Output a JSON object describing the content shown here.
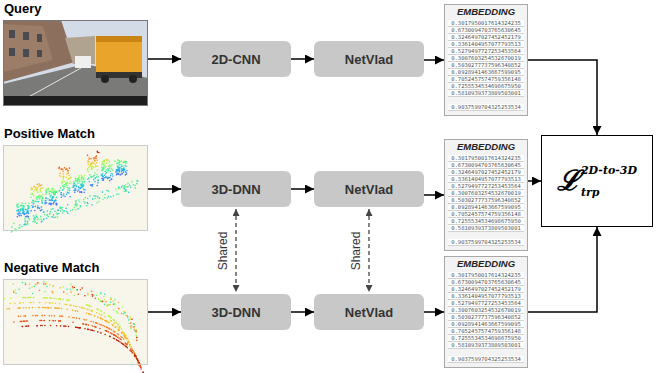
{
  "diagram": {
    "nodes": [
      {
        "text": [
          "Query"
        ]
      },
      {
        "text": [
          "2D-CNN"
        ]
      },
      {
        "text": [
          "NetVlad"
        ]
      },
      {
        "text": [
          "EMBEDDING"
        ]
      },
      {
        "text": [
          "Positive Match"
        ]
      },
      {
        "text": [
          "3D-DNN"
        ]
      },
      {
        "text": [
          "NetVlad"
        ]
      },
      {
        "text": [
          "EMBEDDING"
        ]
      },
      {
        "text": [
          "ℒ",
          "trp",
          "2D-to-3D"
        ]
      },
      {
        "text": [
          "Negative Match"
        ]
      },
      {
        "text": [
          "3D-DNN"
        ]
      },
      {
        "text": [
          "NetVlad"
        ]
      },
      {
        "text": [
          "EMBEDDING"
        ]
      }
    ],
    "edges": [
      {
        "from": 0,
        "to": 1,
        "arrow": "to"
      },
      {
        "from": 1,
        "to": 2,
        "arrow": "to"
      },
      {
        "from": 2,
        "to": 3,
        "arrow": "to"
      },
      {
        "from": 3,
        "to": 8,
        "arrow": "to"
      },
      {
        "from": 4,
        "to": 5,
        "arrow": "to"
      },
      {
        "from": 5,
        "to": 6,
        "arrow": "to"
      },
      {
        "from": 6,
        "to": 7,
        "arrow": "to"
      },
      {
        "from": 7,
        "to": 8,
        "arrow": "to"
      },
      {
        "from": 9,
        "to": 10,
        "arrow": "to"
      },
      {
        "from": 10,
        "to": 11,
        "arrow": "to"
      },
      {
        "from": 11,
        "to": 12,
        "arrow": "to"
      },
      {
        "from": 12,
        "to": 8,
        "arrow": "to"
      },
      {
        "from": 5,
        "to": 10,
        "label": "Shared",
        "arrow": "both"
      },
      {
        "from": 6,
        "to": 11,
        "label": "Shared",
        "arrow": "both"
      }
    ],
    "labels": [
      "0.3017950017614324235",
      "0.6730094703765630645",
      "0.3246497027452452179",
      "0.3361404957077793513",
      "0.5279497727253453564",
      "0.3007603254532670019",
      "0.5030277737596340852",
      "0.0928941463667599095",
      "0.7052457574759356148",
      "0.7255534534698675950",
      "0.5810939373809503001",
      "0.9037599704325253534",
      "0.3017950017614324235",
      "0.6730094703765630645",
      "0.3246497027452452179",
      "0.3361404957077793513",
      "0.5279497727253453564",
      "0.3007603254532670019",
      "0.5030277737596340852",
      "0.0928941463667599095",
      "0.7052457574759356148",
      "0.7255534534698675950",
      "0.5810939373809503001",
      "0.9037599704325253534",
      "0.3017950017614324235",
      "0.6730094703765630645",
      "0.3246497027452452179",
      "0.3361404957077793513",
      "0.5279497727253453564",
      "0.3007603254532670019",
      "0.5030277737596340852",
      "0.0928941463667599095",
      "0.7052457574759356148",
      "0.7255534534698675950",
      "0.5810939373809503001",
      "0.9037599704325253534"
    ]
  }
}
